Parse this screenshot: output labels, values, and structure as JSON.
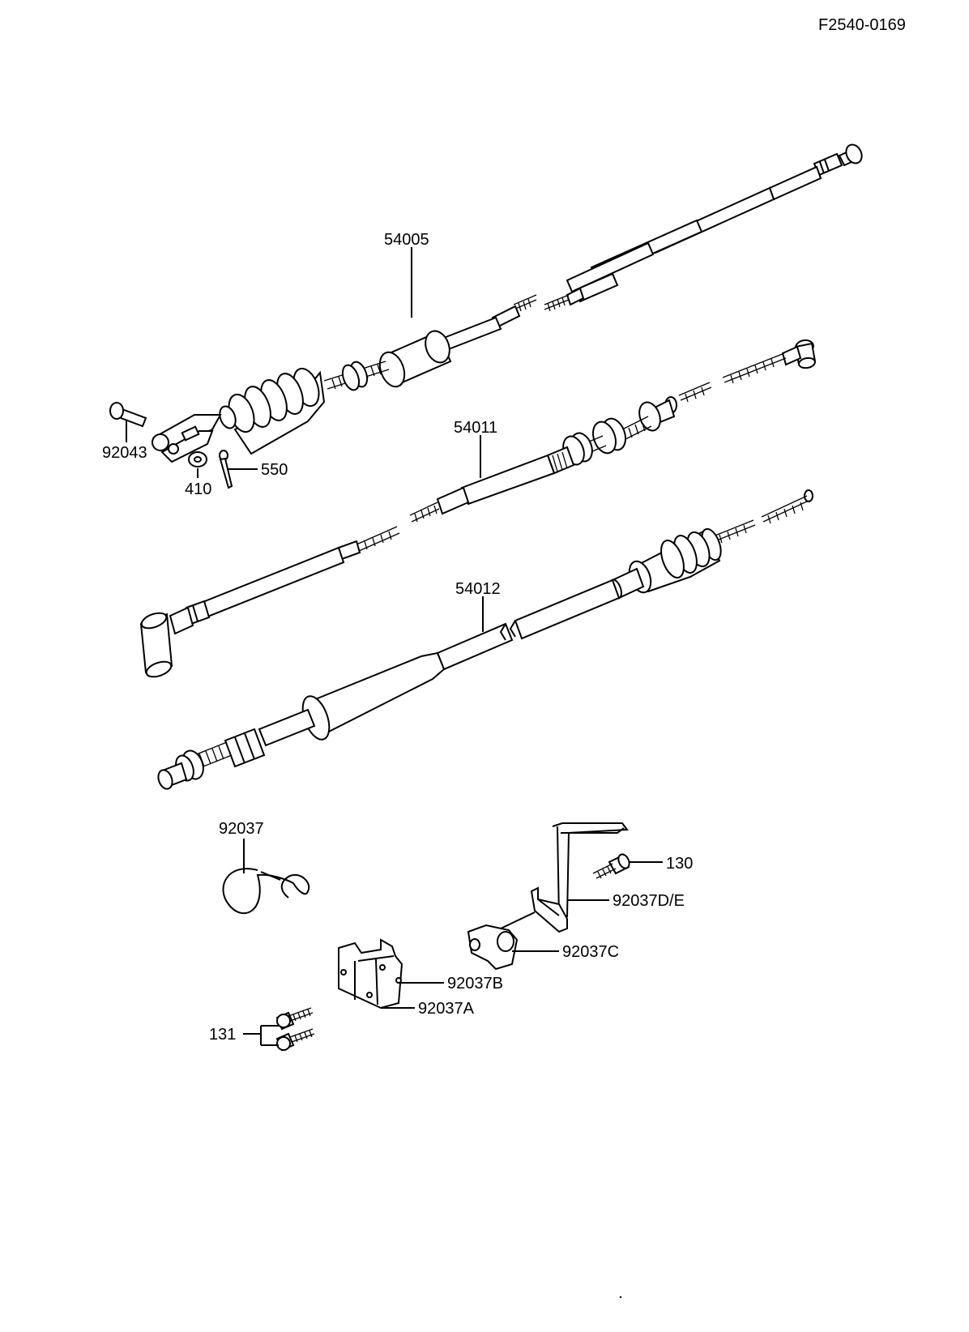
{
  "diagram": {
    "ref_code": "F2540-0169",
    "labels": {
      "cable_54005": "54005",
      "cable_54011": "54011",
      "cable_54012": "54012",
      "pin_92043": "92043",
      "washer_410": "410",
      "cotter_550": "550",
      "clamp_92037": "92037",
      "bolt_130": "130",
      "bracket_92037de": "92037D/E",
      "clamp_92037c": "92037C",
      "holder_92037b": "92037B",
      "holder_92037a": "92037A",
      "bolt_131": "131"
    }
  }
}
